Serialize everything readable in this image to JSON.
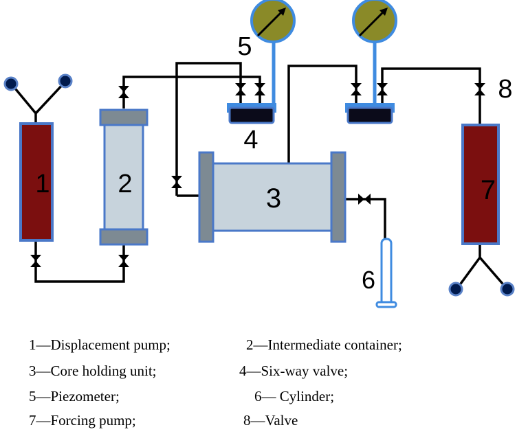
{
  "labels": {
    "n1": "1",
    "n2": "2",
    "n3": "3",
    "n4": "4",
    "n5": "5",
    "n6": "6",
    "n7": "7",
    "n8": "8"
  },
  "legend": [
    "1—Displacement pump;",
    "2—Intermediate container;",
    "3—Core holding unit;",
    "4—Six-way valve;",
    "5—Piezometer;",
    "6— Cylinder;",
    "7—Forcing pump;",
    "8—Valve"
  ],
  "colors": {
    "pump": "#7b0f0f",
    "frame": "#4a78c8",
    "container": "#c7d3dc",
    "cap": "#7d8a93",
    "gauge": "#8a8a28",
    "pipe": "#000000",
    "tube": "#3f8be0"
  }
}
